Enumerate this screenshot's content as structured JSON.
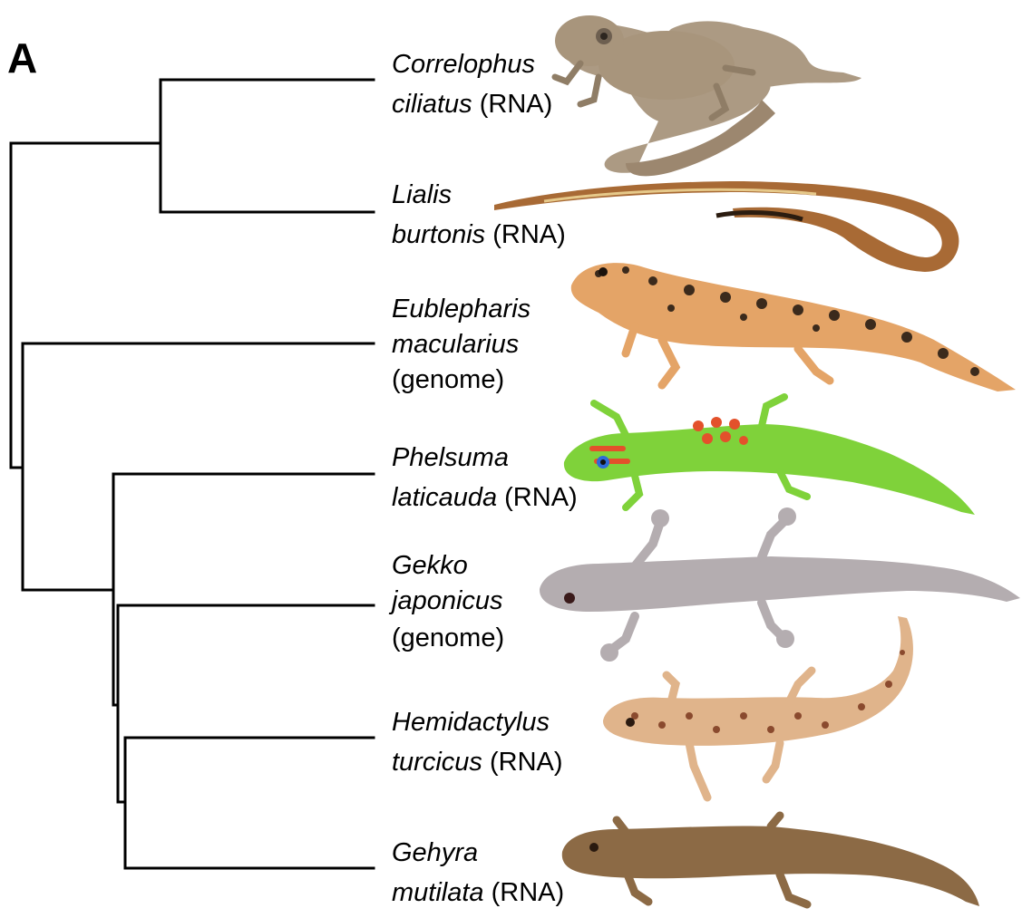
{
  "panel_label": "A",
  "taxa": [
    {
      "line1_italic": "Correlophus",
      "line2_italic": "ciliatus",
      "line2_rest": " (RNA)",
      "line3": ""
    },
    {
      "line1_italic": "Lialis",
      "line2_italic": "burtonis",
      "line2_rest": " (RNA)",
      "line3": ""
    },
    {
      "line1_italic": "Eublepharis",
      "line2_italic": "macularius",
      "line2_rest": "",
      "line3": "(genome)"
    },
    {
      "line1_italic": "Phelsuma",
      "line2_italic": "laticauda",
      "line2_rest": " (RNA)",
      "line3": ""
    },
    {
      "line1_italic": "Gekko",
      "line2_italic": "japonicus",
      "line2_rest": "",
      "line3": "(genome)"
    },
    {
      "line1_italic": "Hemidactylus",
      "line2_italic": "turcicus",
      "line2_rest": " (RNA)",
      "line3": ""
    },
    {
      "line1_italic": "Gehyra",
      "line2_italic": "mutilata",
      "line2_rest": " (RNA)",
      "line3": ""
    }
  ],
  "colors": {
    "branch": "#000000",
    "correlophus": "#a8957c",
    "lialis": "#a86a35",
    "eublepharis_body": "#e4a467",
    "eublepharis_spots": "#3b2a1c",
    "phelsuma_body": "#7fd23a",
    "phelsuma_spots": "#e3512b",
    "gekko": "#b4adb0",
    "hemidactylus_body": "#e0b48b",
    "hemidactylus_spots": "#8a4a2e",
    "gehyra": "#8c6a45"
  }
}
